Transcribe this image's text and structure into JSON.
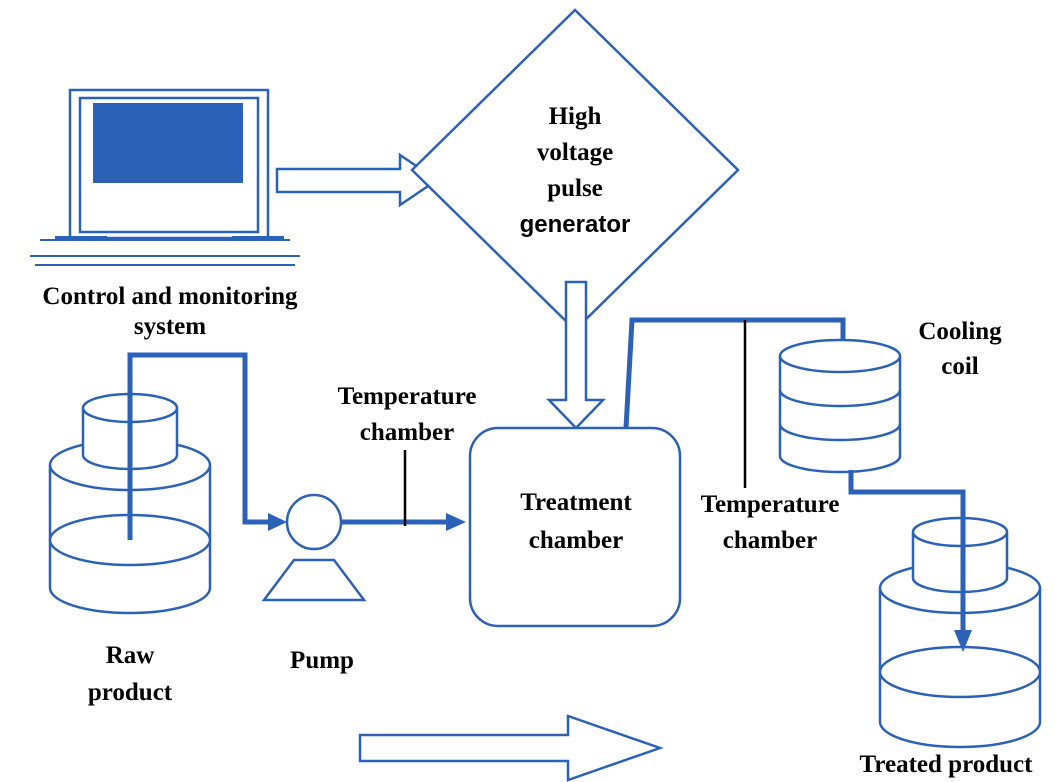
{
  "labels": {
    "control_line1": "Control and monitoring",
    "control_line2": "system",
    "hv_line1": "High",
    "hv_line2": "voltage",
    "hv_line3": "pulse",
    "hv_line4": "generator",
    "treatment_line1": "Treatment",
    "treatment_line2": "chamber",
    "temp1_line1": "Temperature",
    "temp1_line2": "chamber",
    "temp2_line1": "Temperature",
    "temp2_line2": "chamber",
    "cooling_line1": "Cooling",
    "cooling_line2": "coil",
    "raw_line1": "Raw",
    "raw_line2": "product",
    "pump": "Pump",
    "treated": "Treated product"
  },
  "colors": {
    "stroke": "#2b62b8",
    "text": "#000000"
  },
  "icons": [
    "computer-icon",
    "diamond-shape",
    "tank-icon",
    "pump-icon",
    "cooling-coil-icon"
  ]
}
